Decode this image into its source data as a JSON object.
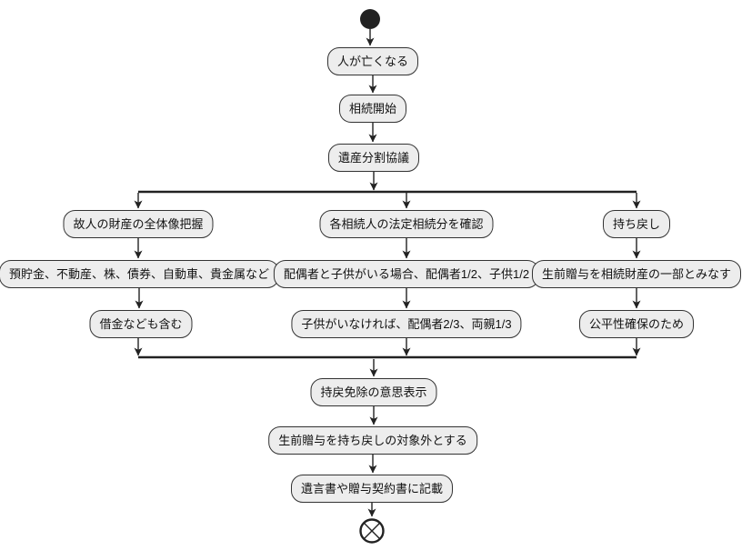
{
  "diagram": {
    "type": "flowchart",
    "colors": {
      "background": "#ffffff",
      "node_fill": "#ededed",
      "node_border": "#333333",
      "connector": "#222222",
      "text": "#111111"
    },
    "start_marker": "filled-circle-start-icon",
    "end_marker": "circled-x-end-icon",
    "flow": {
      "top": [
        "人が亡くなる",
        "相続開始",
        "遺産分割協議"
      ],
      "branches": [
        {
          "steps": [
            "故人の財産の全体像把握",
            "預貯金、不動産、株、債券、自動車、貴金属など",
            "借金なども含む"
          ]
        },
        {
          "steps": [
            "各相続人の法定相続分を確認",
            "配偶者と子供がいる場合、配偶者1/2、子供1/2",
            "子供がいなければ、配偶者2/3、両親1/3"
          ]
        },
        {
          "steps": [
            "持ち戻し",
            "生前贈与を相続財産の一部とみなす",
            "公平性確保のため"
          ]
        }
      ],
      "bottom": [
        "持戻免除の意思表示",
        "生前贈与を持ち戻しの対象外とする",
        "遺言書や贈与契約書に記載"
      ]
    }
  }
}
